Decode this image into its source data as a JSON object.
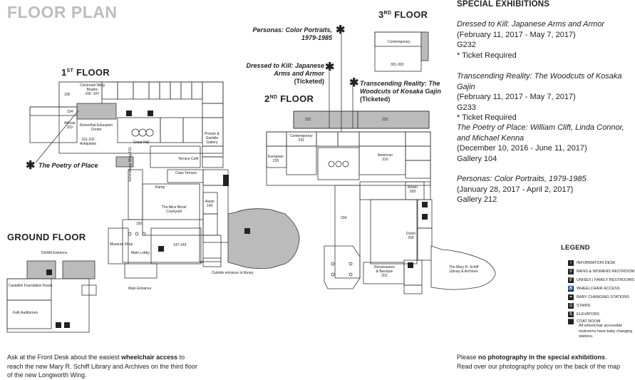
{
  "title": "FLOOR PLAN",
  "floors": {
    "first": {
      "number": "1",
      "suffix": "ST",
      "word": "FLOOR"
    },
    "second": {
      "number": "2",
      "suffix": "ND",
      "word": "FLOOR"
    },
    "third": {
      "number": "3",
      "suffix": "RD",
      "word": "FLOOR"
    },
    "ground": {
      "label": "GROUND FLOOR"
    }
  },
  "callouts": {
    "poetry": "The Poetry of Place",
    "personas_line1": "Personas: Color Portraits,",
    "personas_line2": "1979-1985",
    "dressed_line1": "Dressed to Kill: Japanese",
    "dressed_line2": "Arms and Armor",
    "dressed_line3": "(Ticketed)",
    "transcending_line1": "Transcending Reality: The",
    "transcending_line2": "Woodcuts of Kosaka Gajin",
    "transcending_line3": "(Ticketed)"
  },
  "exhibitions": {
    "heading": "SPECIAL EXHIBITIONS",
    "items": [
      {
        "title": "Dressed to Kill: Japanese Arms and Armor",
        "dates": "(February 11, 2017 - May 7, 2017)",
        "gallery": "G232",
        "note": "* Ticket Required"
      },
      {
        "title": "Transcending Reality: The Woodcuts of Kosaka Gajin",
        "dates": "(February 11, 2017 - May 7, 2017)",
        "gallery": "G233",
        "note": "* Ticket Required"
      },
      {
        "title_line1": "The Poetry of Place: William Clift, Linda Connor,",
        "title_line2": "and Michael Kenna",
        "dates": "(December 10, 2016 - June 11, 2017)",
        "gallery": "Gallery 104"
      },
      {
        "title": "Personas: Color Portraits, 1979-1985",
        "dates": "(January 28, 2017 - April 2, 2017)",
        "gallery": "Gallery 212"
      }
    ]
  },
  "legend": {
    "heading": "LEGEND",
    "items": [
      {
        "icon": "info-desk-icon",
        "glyph": "i",
        "label": "INFORMATION DESK"
      },
      {
        "icon": "restroom-icon",
        "glyph": "⚲",
        "label": "MENS & WOMENS RESTROOM"
      },
      {
        "icon": "unisex-restroom-icon",
        "glyph": "⚥",
        "label": "UNISEX | FAMILY RESTROOMS"
      },
      {
        "icon": "wheelchair-icon",
        "glyph": "♿",
        "label": "WHEELCHAIR ACCESS"
      },
      {
        "icon": "baby-changing-icon",
        "glyph": "⚭",
        "label": "BABY CHANGING STATIONS"
      },
      {
        "icon": "stairs-icon",
        "glyph": "⌸",
        "label": "STAIRS"
      },
      {
        "icon": "elevator-icon",
        "glyph": "⇅",
        "label": "ELEVATORS"
      },
      {
        "icon": "coat-room-icon",
        "glyph": "⌒",
        "label": "COAT ROOM"
      }
    ],
    "note": "All wheelchair accessible restrooms have baby changing stations."
  },
  "footer_left": {
    "pre": "Ask at the Front Desk about the easiest ",
    "bold": "wheelchair access",
    "post": " to",
    "line2": "reach the new Mary R. Schiff Library and Archives on the third floor",
    "line3": "of the new Longworth Wing."
  },
  "footer_right": {
    "pre": "Please ",
    "bold": "no photography in the special exhibitions",
    "post": ".",
    "line2": "Read over our photography policy on the back of the map"
  },
  "map_labels": {
    "cincinnati_wing": "Cincinnati Wing",
    "begins": "Begins",
    "r106_107": "106 -107",
    "r105": "105",
    "r104": "104",
    "african": "African",
    "r103": "103",
    "rosenthal": "Rosenthal Education",
    "center": "Center",
    "r101_102": "101-102",
    "antiquities": "Antiquities",
    "great_hall": "Great Hall",
    "terrace_cafe": "Terrace Café",
    "cope_terrace": "Cope Terrace",
    "procter": "Procter &",
    "gamble": "Gamble",
    "gallery": "Gallery",
    "schmidlapp": "Schmidlapp Wing",
    "r151": "151",
    "ramp": "Ramp",
    "alice_bimel": "The Alice Bimel",
    "courtyard": "Courtyard",
    "asian": "Asian",
    "r140": "140",
    "r150": "150",
    "r147_149": "147-149",
    "museum_shop": "Museum Shop",
    "main_lobby": "Main Lobby",
    "main_entrance": "Main Entrance",
    "outside_library": "Outside entrance to library",
    "dewitt": "DeWitt Entrance",
    "castellini": "Castellini Foundation Room",
    "fath": "Fath Auditorium",
    "r232": "232",
    "r233": "233",
    "contemporary": "Contemporary",
    "r231": "231",
    "european": "European",
    "r229": "229",
    "american": "American",
    "r216": "216",
    "r234": "234",
    "british": "British",
    "r209": "209",
    "dutch": "Dutch",
    "r205": "205",
    "renaissance": "Renaissance",
    "baroque": "& Baroque",
    "r202": "202",
    "mary_schiff_line1": "The Mary R. Schiff",
    "mary_schiff_line2": "Library & Archives",
    "r301_303": "301-303"
  }
}
